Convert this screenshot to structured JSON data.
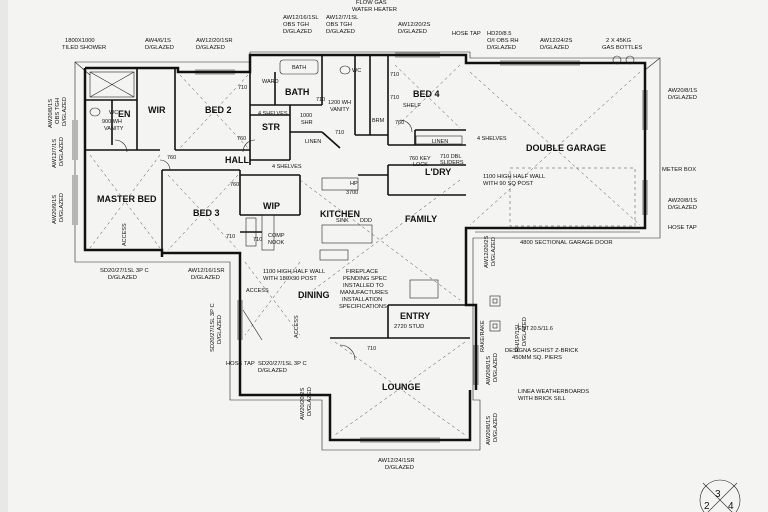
{
  "rooms": {
    "en": "EN",
    "wir": "WIR",
    "bed2": "BED 2",
    "bath": "BATH",
    "bed4": "BED 4",
    "str": "STR",
    "hall": "HALL",
    "master": "MASTER BED",
    "bed3": "BED 3",
    "wip": "WIP",
    "kitchen": "KITCHEN",
    "laundry": "L'DRY",
    "family": "FAMILY",
    "garage": "DOUBLE GARAGE",
    "dining": "DINING",
    "entry": "ENTRY",
    "lounge": "LOUNGE"
  },
  "labels": {
    "flow_gas_1": "FLOW GAS",
    "flow_gas_2": "WATER HEATER",
    "w_aw12_16_1": "AW12/16/1SL",
    "w_aw12_16_2": "OBS TGH",
    "w_aw12_16_3": "D/GLAZED",
    "w_aw12_7_1": "AW12/7/1SL",
    "w_aw12_7_2": "OBS TGH",
    "w_aw12_7_3": "D/GLAZED",
    "w_top_2025_1": "AW12/20/2S",
    "w_top_2025_2": "D/GLAZED",
    "hose_tap_top": "HOSE TAP",
    "w_hd20_1": "HD20/8.5",
    "w_hd20_2": "O/I OBS RH",
    "w_hd20_3": "D/GLAZED",
    "w_aw12_24_1": "AW12/24/2S",
    "w_aw12_24_2": "D/GLAZED",
    "gas_1": "2 X 45KG",
    "gas_2": "GAS BOTTLES",
    "shower_1": "1800X1000",
    "shower_2": "TILED SHOWER",
    "w_aw4_1": "AW4/6/1S",
    "w_aw4_2": "D/GLAZED",
    "w_aw12_20_1": "AW12/20/1SR",
    "w_aw12_20_2": "D/GLAZED",
    "bath_fit": "BATH",
    "wc1": "WC",
    "wc2": "WC",
    "vanity900_1": "900 WH",
    "vanity900_2": "VANITY",
    "vanity1200_1": "1200 WH",
    "vanity1200_2": "VANITY",
    "shr1000_1": "1000",
    "shr1000_2": "SHR",
    "shelves4_a": "4 SHELVES",
    "shelves4_b": "4 SHELVES",
    "shelves4_c": "4 SHELVES",
    "linen1": "LINEN",
    "linen2": "LINEN",
    "shelf": "SHELF",
    "ward": "WARD",
    "brm": "BRM",
    "d710_a": "710",
    "d710_b": "710",
    "d710_c": "710",
    "d710_d": "710",
    "d710_e": "710",
    "d710_f": "710",
    "d710_g": "710",
    "d710_h": "710",
    "d760_a": "760",
    "d760_b": "760",
    "d760_c": "760",
    "d760_d": "760",
    "key_lock": "760 KEY",
    "lock": "LOCK",
    "sliders_1": "710 DBL",
    "sliders_2": "SLIDERS",
    "halfwall_g_1": "1100 HIGH HALF WALL",
    "halfwall_g_2": "WITH 90 SQ POST",
    "meter_box": "METER BOX",
    "w_left_8_1": "AW20/8/1S",
    "w_left_8_2": "OBS TGH",
    "w_left_8_3": "D/GLAZED",
    "w_left_7_1": "AW12/7/1S",
    "w_left_7_2": "D/GLAZED",
    "w_left_9_1": "AW20/9/1S",
    "w_left_9_2": "D/GLAZED",
    "access_a": "ACCESS",
    "access_b": "ACCESS",
    "access_c": "ACCESS",
    "hp": "HP",
    "d3700": "3700",
    "sink": "SINK",
    "ddd": "DDD",
    "comp_1": "COMP",
    "comp_2": "NOOK",
    "halfwall_d_1": "1100 HIGH HALF WALL",
    "halfwall_d_2": "WITH 180X90 POST",
    "fire_1": "FIREPLACE",
    "fire_2": "PENDING SPEC",
    "fire_3": "INSTALLED TO",
    "fire_4": "MANUFACTURES",
    "fire_5": "INSTALLATION",
    "fire_6": "SPECIFICATIONS",
    "stud": "2720 STUD",
    "w_r_garage_1": "AW20/8/1S",
    "w_r_garage_2": "D/GLAZED",
    "w_r_garage_b_1": "AW20/8/1S",
    "w_r_garage_b_2": "D/GLAZED",
    "hose_tap_right": "HOSE TAP",
    "garage_door": "4800 SECTIONAL GARAGE DOOR",
    "sd_left_1": "SD20/27/1SL 3P C",
    "sd_left_2": "D/GLAZED",
    "w_aw12_16sr_1": "AW12/16/1SR",
    "w_aw12_16sr_2": "D/GLAZED",
    "sd_vert_1": "SD20/27/1SL 3P C",
    "sd_vert_2": "D/GLAZED",
    "w_entry_v_1": "AW12/20/2S",
    "w_entry_v_2": "D/GLAZED",
    "ent_1": "ENT 20.5/11.6",
    "ent_2": "RH/1P/1SL",
    "ent_3": "D/GLAZED",
    "rake": "RAKE/RAKE",
    "brick_1": "DESIGNA SCHIST Z-BRICK",
    "brick_2": "450MM SQ. PIERS",
    "hose_tap_bottom": "HOSE TAP",
    "sd_bottom_1": "SD20/27/1SL 3P C",
    "sd_bottom_2": "D/GLAZED",
    "w_lounge_l_1": "AW20/20/2S",
    "w_lounge_l_2": "D/GLAZED",
    "w_lounge_r_1": "AW20/8/1S",
    "w_lounge_r_2": "D/GLAZED",
    "linea_1": "LINEA WEATHERBOARDS",
    "linea_2": "WITH BRICK SILL",
    "w_lounge_r2_1": "AW20/8/1S",
    "w_lounge_r2_2": "D/GLAZED",
    "w_bottom_1": "AW12/24/1SR",
    "w_bottom_2": "D/GLAZED",
    "page_3": "3",
    "page_2": "2",
    "page_4": "4"
  }
}
